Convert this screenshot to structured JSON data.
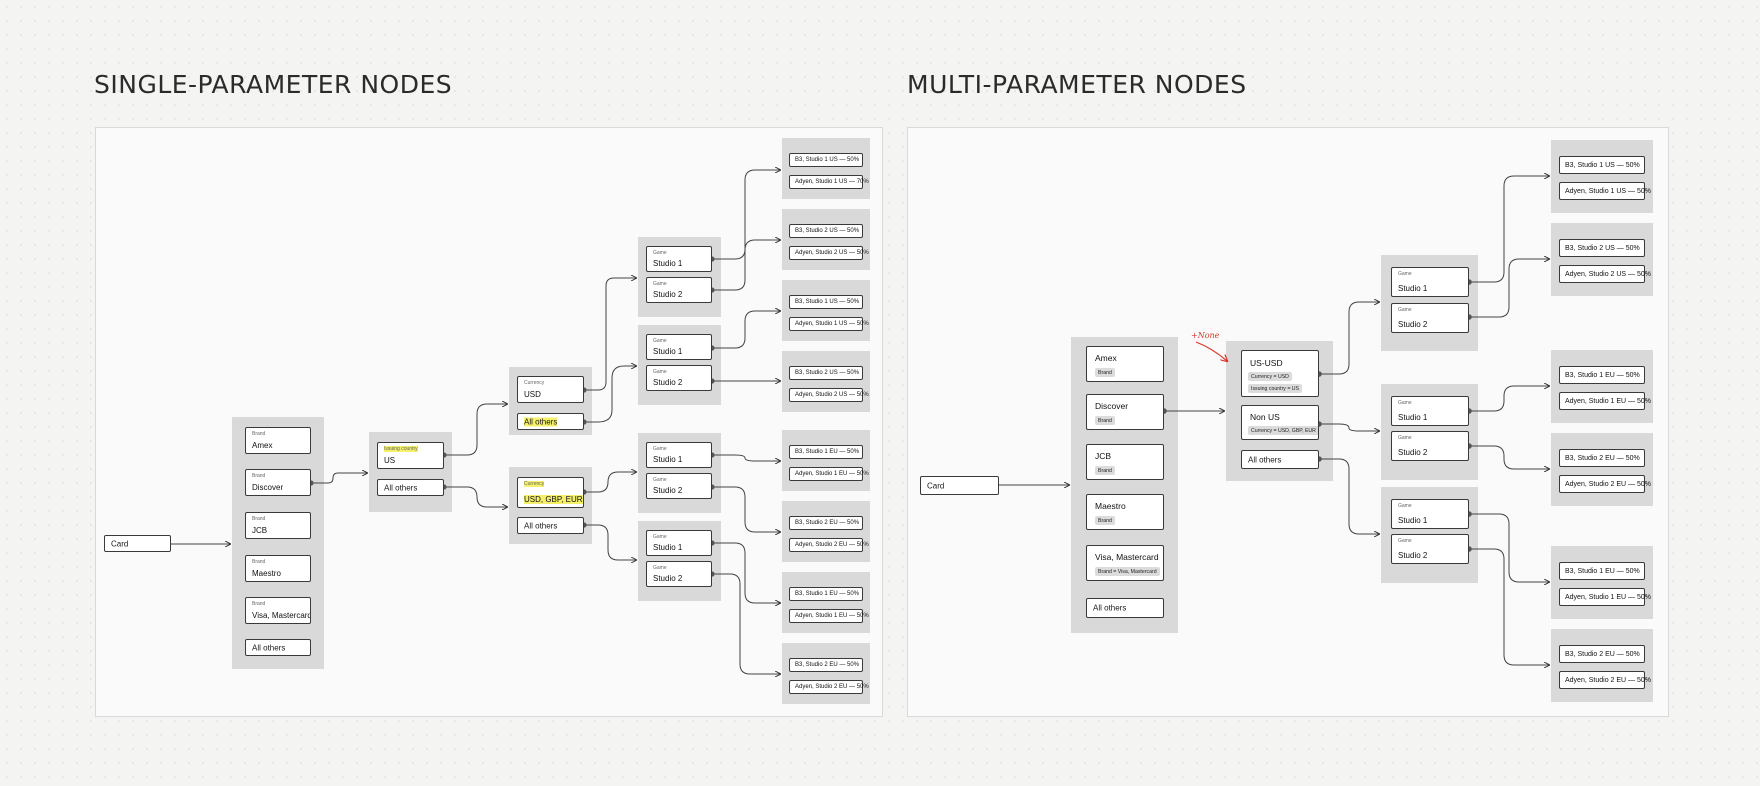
{
  "headings": {
    "left": "SINGLE-PARAMETER NODES",
    "right": "MULTI-PARAMETER NODES"
  },
  "left": {
    "card": "Card",
    "brand": {
      "param": "Brand",
      "items": [
        "Amex",
        "Discover",
        "JCB",
        "Maestro",
        "Visa, Mastercard"
      ],
      "others": "All others"
    },
    "country": {
      "param": "Issuing country",
      "value": "US",
      "others": "All others"
    },
    "currency_a": {
      "param": "Currency",
      "value": "USD",
      "others": "All others"
    },
    "currency_b": {
      "param": "Currency",
      "value": "USD, GBP, EUR",
      "others": "All others"
    },
    "game_param": "Game",
    "studio1": "Studio 1",
    "studio2": "Studio 2",
    "leaves": [
      [
        "B3, Studio 1 US — 50%",
        "Adyen, Studio 1 US — 70%"
      ],
      [
        "B3, Studio 2 US — 50%",
        "Adyen, Studio 2 US — 50%"
      ],
      [
        "B3, Studio 1 US — 50%",
        "Adyen, Studio 1 US — 50%"
      ],
      [
        "B3, Studio 2 US — 50%",
        "Adyen, Studio 2 US — 50%"
      ],
      [
        "B3, Studio 1 EU — 50%",
        "Adyen, Studio 1 EU — 50%"
      ],
      [
        "B3, Studio 2 EU — 50%",
        "Adyen, Studio 2 EU — 50%"
      ],
      [
        "B3, Studio 1 EU — 50%",
        "Adyen, Studio 1 EU — 50%"
      ],
      [
        "B3, Studio 2 EU — 50%",
        "Adyen, Studio 2 EU — 50%"
      ]
    ]
  },
  "right": {
    "card": "Card",
    "brands": [
      {
        "label": "Amex",
        "tag": "Brand"
      },
      {
        "label": "Discover",
        "tag": "Brand"
      },
      {
        "label": "JCB",
        "tag": "Brand"
      },
      {
        "label": "Maestro",
        "tag": "Brand"
      },
      {
        "label": "Visa, Mastercard",
        "tag": "Brand = Visa, Mastercard"
      }
    ],
    "brand_others": "All others",
    "note": "+None",
    "us_usd": {
      "label": "US-USD",
      "tag1": "Currency = USD",
      "tag2": "Issuing country = US"
    },
    "non_us": {
      "label": "Non US",
      "tag1": "Currency = USD, GBP, EUR"
    },
    "others": "All others",
    "game_param": "Game",
    "studio1": "Studio 1",
    "studio2": "Studio 2",
    "leaves": [
      [
        "B3, Studio 1 US — 50%",
        "Adyen, Studio 1 US — 50%"
      ],
      [
        "B3, Studio 2 US — 50%",
        "Adyen, Studio 2 US — 50%"
      ],
      [
        "B3, Studio 1 EU — 50%",
        "Adyen, Studio 1 EU — 50%"
      ],
      [
        "B3, Studio 2 EU — 50%",
        "Adyen, Studio 2 EU — 50%"
      ],
      [
        "B3, Studio 1 EU — 50%",
        "Adyen, Studio 1 EU — 50%"
      ],
      [
        "B3, Studio 2 EU — 50%",
        "Adyen, Studio 2 EU — 50%"
      ]
    ]
  },
  "colors": {
    "highlight": "#f4f06a",
    "note": "#d9352a",
    "group": "#d9d9d9"
  }
}
